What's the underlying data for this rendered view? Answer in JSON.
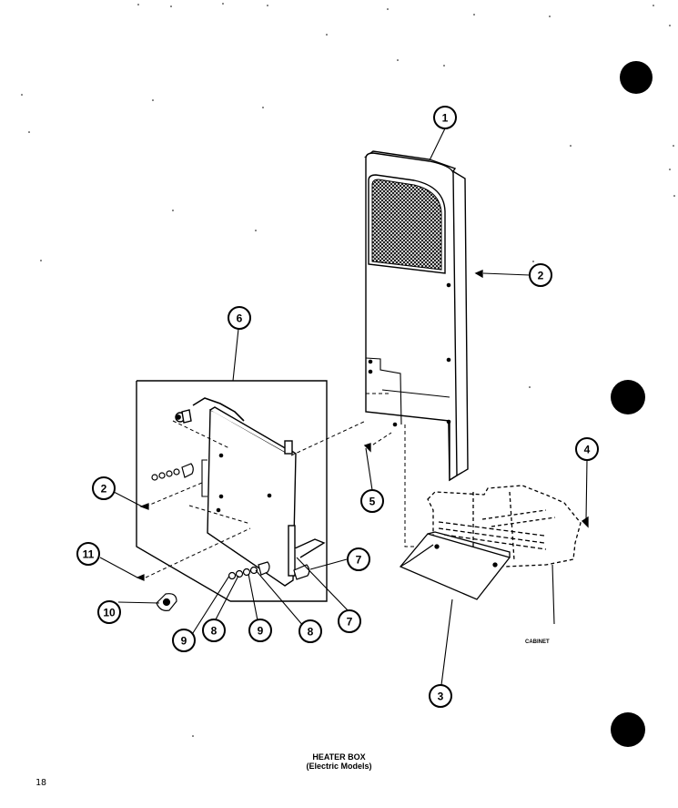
{
  "diagram": {
    "title": "HEATER BOX",
    "subtitle": "(Electric Models)",
    "page_number": "18",
    "cabinet_label": "CABINET",
    "callouts": [
      "1",
      "2",
      "6",
      "2",
      "11",
      "10",
      "9",
      "8",
      "9",
      "8",
      "7",
      "7",
      "5",
      "4",
      "3"
    ]
  },
  "colors": {
    "ink": "#000000",
    "paper": "#ffffff"
  }
}
